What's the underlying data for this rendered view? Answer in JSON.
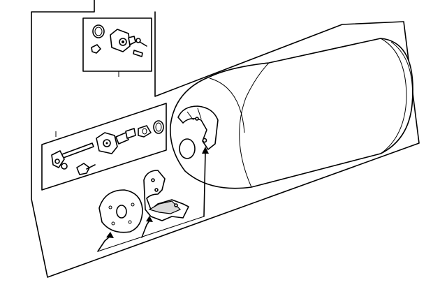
{
  "diagram": {
    "subject": "fuel-tank-assembly-exploded-view",
    "colors": {
      "line": "#000000",
      "background": "#ffffff",
      "shade": "#d9d9d9"
    },
    "callouts": [
      {
        "id": "valve-kit-group",
        "label": ""
      },
      {
        "id": "fitting-group",
        "label": ""
      },
      {
        "id": "mounting-plate",
        "label": ""
      },
      {
        "id": "tank-bracket",
        "label": ""
      },
      {
        "id": "tank-port-guard",
        "label": ""
      }
    ]
  }
}
